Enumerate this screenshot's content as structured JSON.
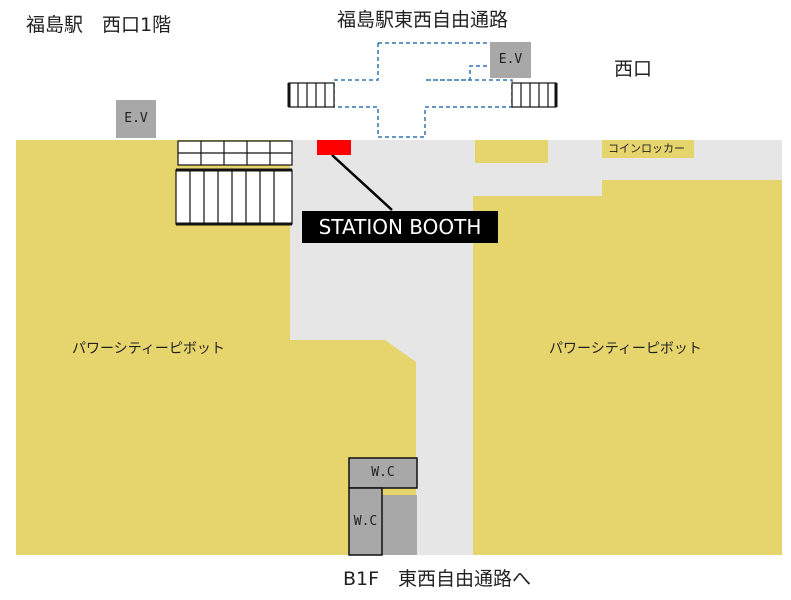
{
  "map": {
    "title": "福島駅　西口1階",
    "passage_title": "福島駅東西自由通路",
    "west_exit": "西口",
    "coin_locker": "コインロッカー",
    "station_booth": "STATION BOOTH",
    "shop_left": "パワーシティーピボット",
    "shop_right": "パワーシティーピボット",
    "ev_top": "E.V",
    "ev_left": "E.V",
    "wc_top": "W.C",
    "wc_bottom": "W.C",
    "bottom_label": "B1F　東西自由通路へ"
  },
  "colors": {
    "shop_fill": "#e6d46c",
    "corridor_fill": "#e6e6e6",
    "facility_fill": "#a8a8a8",
    "booth_marker": "#ff0000",
    "dashed_outline": "#2e75b6"
  }
}
